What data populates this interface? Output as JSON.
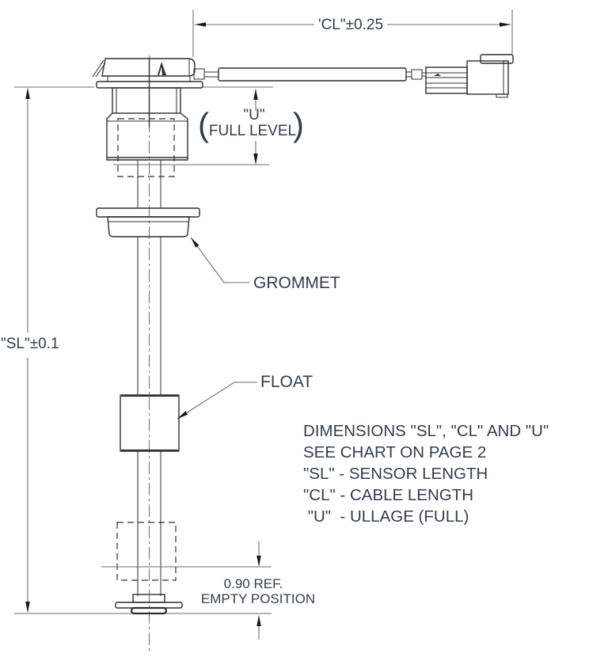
{
  "drawing": {
    "dim_cable_length": "'CL\"±0.25",
    "dim_sensor_length": "\"SL\"±0.1",
    "ullage": {
      "paren_open": "(",
      "line1": "\"U\"",
      "line2": "FULL LEVEL",
      "paren_close": ")"
    },
    "empty_ref": {
      "value": "0.90 REF.",
      "label": "EMPTY POSITION"
    },
    "callout_grommet": "GROMMET",
    "callout_float": "FLOAT",
    "notes": [
      "DIMENSIONS \"SL\", \"CL\" AND \"U\"",
      "SEE CHART ON PAGE 2",
      "\"SL\" - SENSOR LENGTH",
      "\"CL\" - CABLE LENGTH",
      " \"U\"  - ULLAGE (FULL)"
    ],
    "colors": {
      "line": "#2f2f2f",
      "dim_line": "#6e6e6e",
      "arrow": "#1a1a1a",
      "text": "#363c49",
      "background": "#ffffff"
    }
  }
}
